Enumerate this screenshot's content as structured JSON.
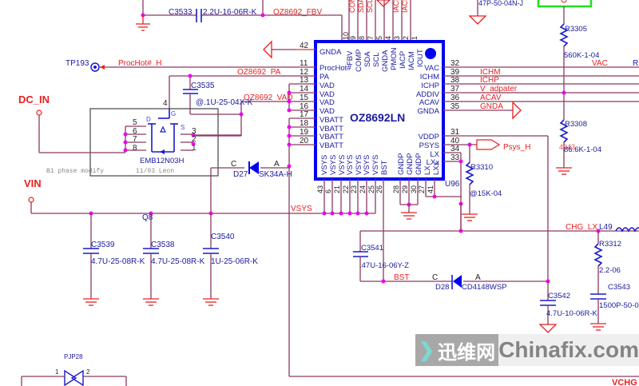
{
  "schematic": {
    "ic": {
      "ref": "U96",
      "part": "OZ8692LN",
      "left_pins": [
        {
          "num": "42",
          "name": "GNDA"
        },
        {
          "num": "11",
          "name": "ProcHot#"
        },
        {
          "num": "12",
          "name": "PA"
        },
        {
          "num": "13",
          "name": "VAD"
        },
        {
          "num": "14",
          "name": "VAD"
        },
        {
          "num": "15",
          "name": "VAD"
        },
        {
          "num": "16",
          "name": "VAD"
        },
        {
          "num": "17",
          "name": "VBATT"
        },
        {
          "num": "18",
          "name": "VBATT"
        },
        {
          "num": "19",
          "name": "VBATT"
        },
        {
          "num": "20",
          "name": "VBATT"
        }
      ],
      "top_pins": [
        {
          "num": "10",
          "name": "FBV"
        },
        {
          "num": "9",
          "name": "COMP"
        },
        {
          "num": "8",
          "name": "SDA"
        },
        {
          "num": "7",
          "name": "SCL"
        },
        {
          "num": "5",
          "name": "GNDA"
        },
        {
          "num": "4",
          "name": "PMON"
        },
        {
          "num": "3",
          "name": "IACP"
        },
        {
          "num": "2",
          "name": "IACM"
        },
        {
          "num": "1",
          "name": "IOUT"
        }
      ],
      "right_pins": [
        {
          "num": "32",
          "name": "VAC"
        },
        {
          "num": "39",
          "name": "ICHM"
        },
        {
          "num": "38",
          "name": "ICHP"
        },
        {
          "num": "37",
          "name": "ADDIV"
        },
        {
          "num": "36",
          "name": "ACAV"
        },
        {
          "num": "35",
          "name": "GNDA"
        },
        {
          "num": "31",
          "name": "VDDP"
        },
        {
          "num": "40",
          "name": "PSYS"
        },
        {
          "num": "34",
          "name": "LX"
        },
        {
          "num": "33",
          "name": "LXx"
        }
      ],
      "bottom_pins": [
        {
          "num": "43",
          "name": "VSYS"
        },
        {
          "num": "6",
          "name": "VSYS"
        },
        {
          "num": "21",
          "name": "VSYS"
        },
        {
          "num": "22",
          "name": "VSYS"
        },
        {
          "num": "23",
          "name": "VSYS"
        },
        {
          "num": "24",
          "name": "VSYS"
        },
        {
          "num": "25",
          "name": "VSYS"
        },
        {
          "num": "26",
          "name": "BST"
        },
        {
          "num": "28",
          "name": "GNDP"
        },
        {
          "num": "29",
          "name": "GNDP"
        },
        {
          "num": "30",
          "name": "GNDP"
        },
        {
          "num": "27",
          "name": "LX"
        },
        {
          "num": "41",
          "name": "LXx"
        }
      ],
      "top_net_labels": [
        "COMP",
        "SDA",
        "SCL",
        "IACP",
        "IACM"
      ]
    },
    "nets": {
      "fbv": "OZ8692_FBV",
      "prochot": "ProcHot#_H",
      "pa": "OZ8692_PA",
      "vad": "OZ8692_VAD",
      "vac": "VAC",
      "ichm": "ICHM",
      "ichp": "ICHP",
      "v_adapter": "V_adpater",
      "acav": "ACAV",
      "gnda": "GNDA",
      "psys": "Psys_H",
      "vsys": "VSYS",
      "bst": "BST",
      "chg_lx": "CHG_LX",
      "vchg": "VCHG",
      "dc_in": "DC_IN",
      "vin": "VIN",
      "r_partial": "R",
      "r3308_overlap": "4043"
    },
    "components": {
      "c3533": {
        "ref": "C3533",
        "value": "2.2U-16-06R-K"
      },
      "c_top": {
        "value": "47P-50-04N-J"
      },
      "tp193": {
        "ref": "TP193"
      },
      "c3535": {
        "ref": "C3535",
        "value": "@.1U-25-04X-K"
      },
      "q8": {
        "ref": "Q8",
        "part": "EMB12N03H",
        "pins": [
          "4",
          "5",
          "6",
          "7",
          "8",
          "3",
          "2",
          "1"
        ],
        "g": "G",
        "d": "D",
        "s": "S"
      },
      "d27": {
        "ref": "D27",
        "part": "SK34A-H",
        "c": "C",
        "a": "A"
      },
      "r3305": {
        "ref": "R3305",
        "value": "560K-1-04"
      },
      "r3308": {
        "ref": "R3308",
        "value": "86.6K-1-04"
      },
      "r3310": {
        "ref": "R3310",
        "value": "@15K-04"
      },
      "c3539": {
        "ref": "C3539",
        "value": "4.7U-25-08R-K"
      },
      "c3538": {
        "ref": "C3538",
        "value": "4.7U-25-08R-K"
      },
      "c3540": {
        "ref": "C3540",
        "value": "1U-25-06R-K"
      },
      "c3541": {
        "ref": "C3541",
        "value": ".47U-16-06Y-Z"
      },
      "d28": {
        "ref": "D28",
        "part": "CD4148WSP",
        "c": "C",
        "a": "A"
      },
      "c3542": {
        "ref": "C3542",
        "value": "4.7U-10-06R-K"
      },
      "l49": {
        "ref": "L49"
      },
      "r3312": {
        "ref": "R3312",
        "value": "2.2-06"
      },
      "c3543": {
        "ref": "C3543",
        "value": "1500P-50-0"
      },
      "pjp28": {
        "ref": "PJP28",
        "pin1": "1",
        "pin2": "2"
      }
    },
    "annotation": {
      "left": "B1 phase modify",
      "right": "11/03 Leon"
    }
  },
  "watermark": {
    "cn": "迅维网",
    "en": "Chinafix.com"
  }
}
